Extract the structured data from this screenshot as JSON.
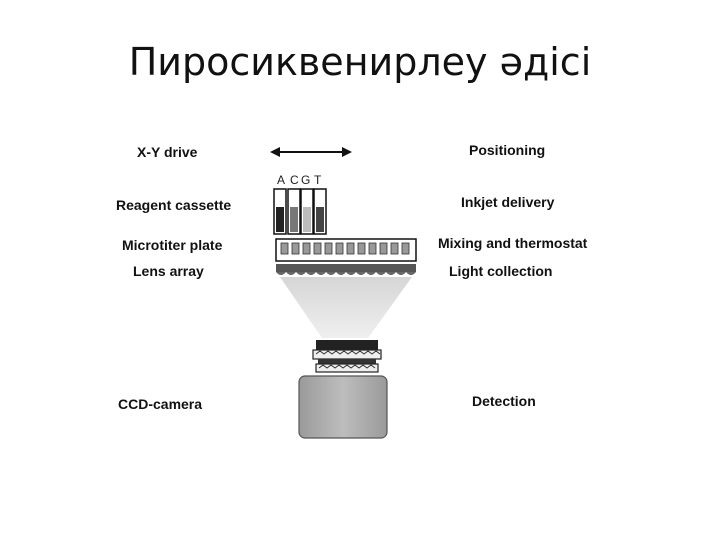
{
  "title": "Пиросиквенирлеу әдісі",
  "left_labels": {
    "xy_drive": "X-Y drive",
    "reagent_cassette": "Reagent cassette",
    "microtiter_plate": "Microtiter plate",
    "lens_array": "Lens array",
    "ccd_camera": "CCD-camera"
  },
  "right_labels": {
    "positioning": "Positioning",
    "inkjet_delivery": "Inkjet delivery",
    "mixing_thermostat": "Mixing and thermostat",
    "light_collection": "Light collection",
    "detection": "Detection"
  },
  "reagents": [
    "A",
    "C",
    "G",
    "T"
  ]
}
